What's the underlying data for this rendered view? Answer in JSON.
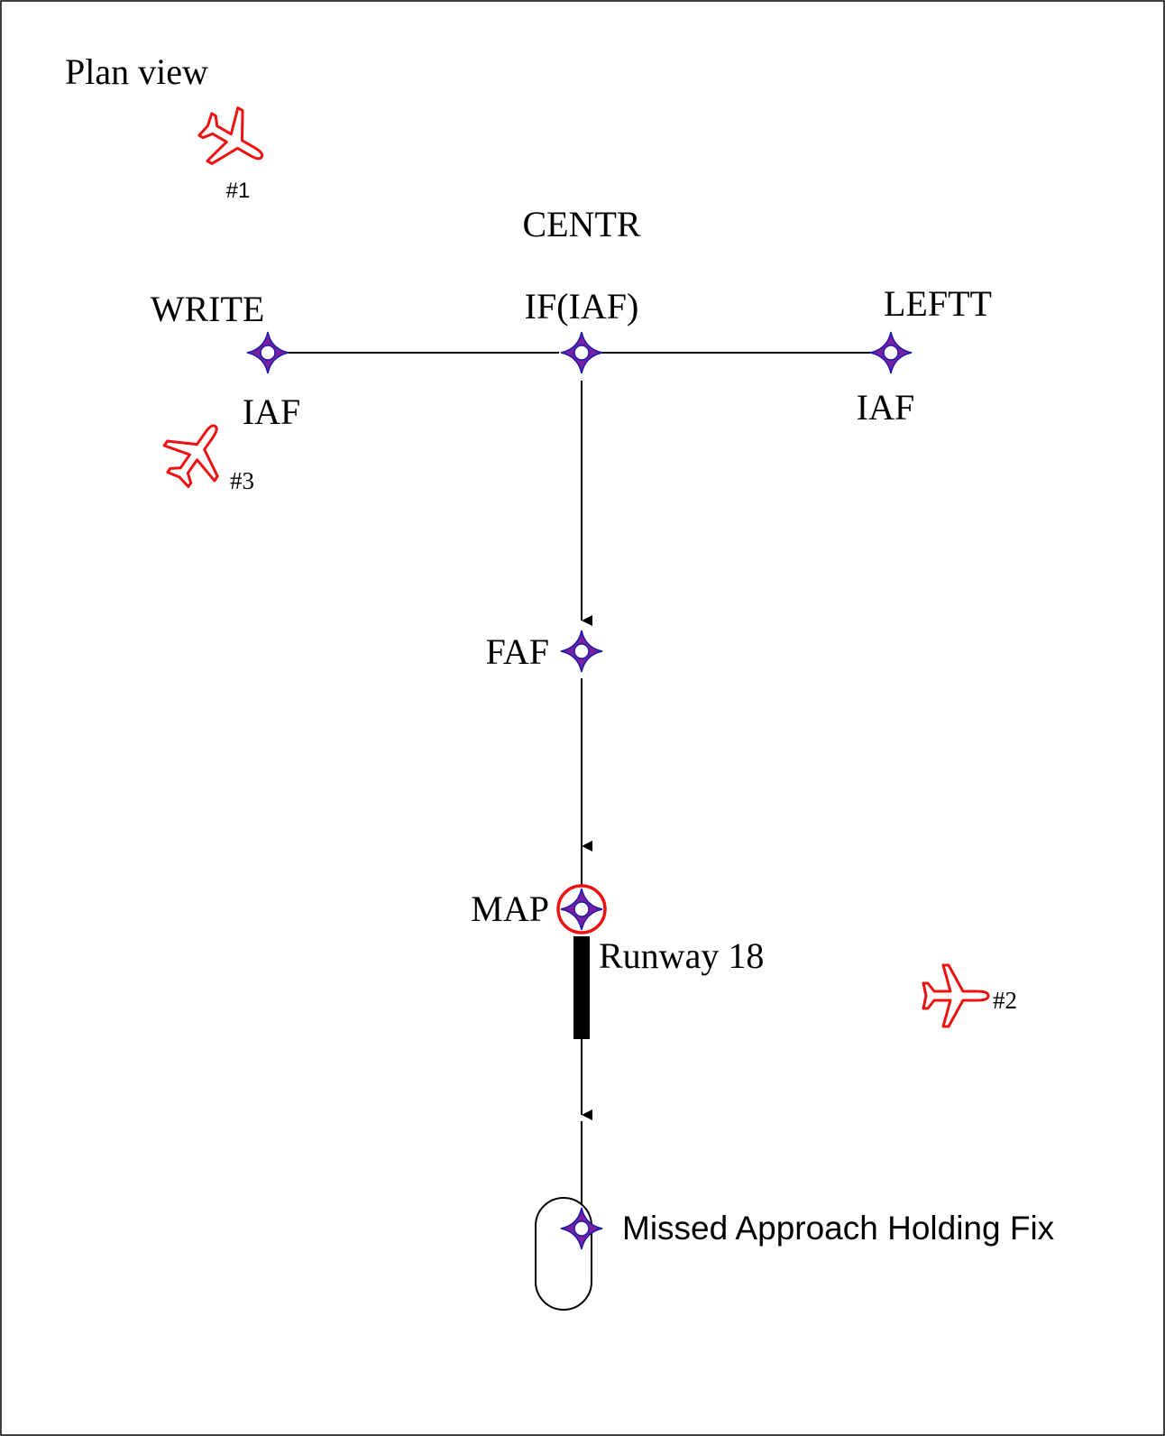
{
  "title": "Plan view",
  "fixes": {
    "write": {
      "name": "WRITE",
      "role": "IAF"
    },
    "centr": {
      "name": "CENTR",
      "role": "IF(IAF)"
    },
    "leftt": {
      "name": "LEFTT",
      "role": "IAF"
    },
    "faf": {
      "label": "FAF"
    },
    "map": {
      "label": "MAP"
    },
    "missed_hold": {
      "label": "Missed Approach Holding Fix"
    }
  },
  "runway": {
    "label": "Runway 18"
  },
  "aircraft": [
    {
      "label": "#1"
    },
    {
      "label": "#2"
    },
    {
      "label": "#3"
    }
  ],
  "colors": {
    "aircraft": "#ee1111",
    "map_ring": "#ee1111",
    "fix_fill": "#7a1fa2",
    "fix_outline": "#1a1aa8",
    "route": "#000000"
  }
}
